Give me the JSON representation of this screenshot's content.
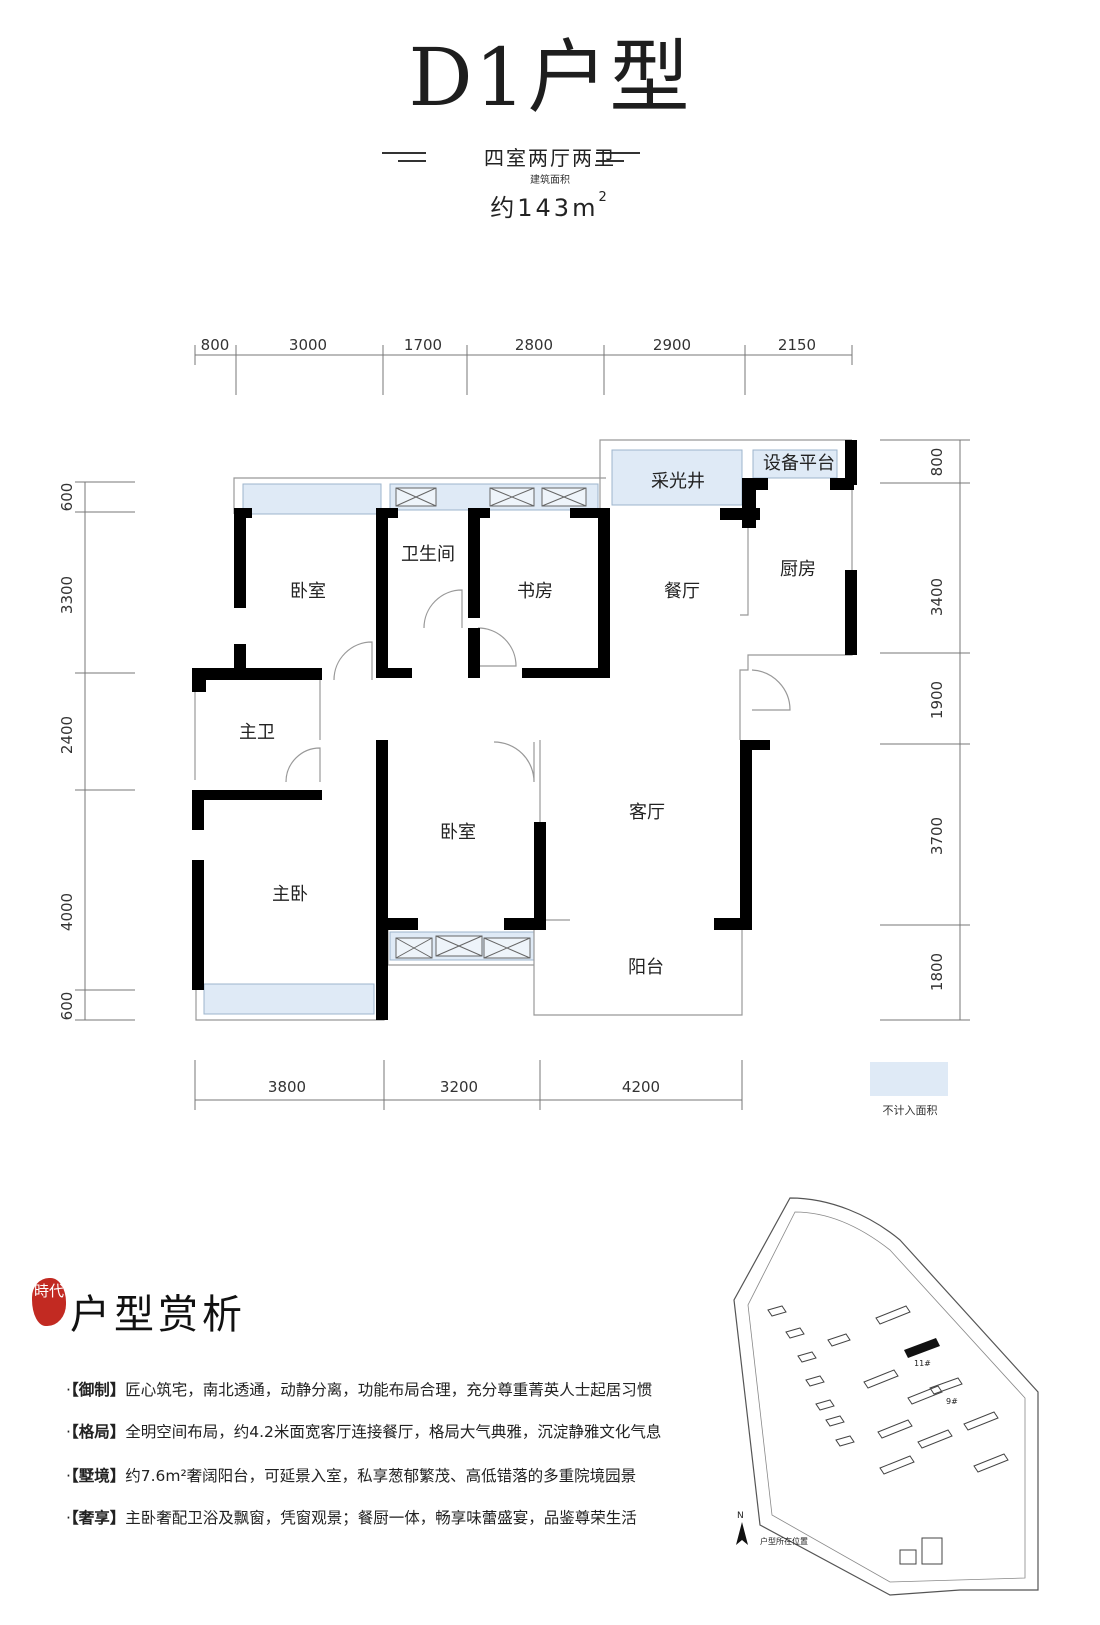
{
  "header": {
    "title": "D1户型",
    "subtitle": "四室两厅两卫",
    "area_label": "建筑面积",
    "area_prefix": "约",
    "area_value": "143m",
    "area_sup": "2"
  },
  "dimensions": {
    "top": [
      "800",
      "3000",
      "1700",
      "2800",
      "2900",
      "2150"
    ],
    "bottom": [
      "3800",
      "3200",
      "4200"
    ],
    "left": [
      "600",
      "3300",
      "2400",
      "4000",
      "600"
    ],
    "right": [
      "800",
      "3400",
      "1900",
      "3700",
      "1800"
    ]
  },
  "rooms": {
    "bedroom_nw": "卧室",
    "bathroom": "卫生间",
    "study": "书房",
    "dining": "餐厅",
    "light_well": "采光井",
    "equipment_platform": "设备平台",
    "kitchen": "厨房",
    "master_bath": "主卫",
    "bedroom_c": "卧室",
    "living": "客厅",
    "master_bedroom": "主卧",
    "balcony": "阳台"
  },
  "legend": {
    "note": "不计入面积",
    "color": "#dfeaf6"
  },
  "analysis": {
    "title": "户型赏析",
    "seal_text": "時代",
    "items": [
      {
        "tag": "【御制】",
        "text": "匠心筑宅，南北透通，动静分离，功能布局合理，充分尊重菁英人士起居习惯"
      },
      {
        "tag": "【格局】",
        "text": "全明空间布局，约4.2米面宽客厅连接餐厅，格局大气典雅，沉淀静雅文化气息"
      },
      {
        "tag": "【墅境】",
        "text": "约7.6m²奢阔阳台，可延景入室，私享葱郁繁茂、高低错落的多重院境园景"
      },
      {
        "tag": "【奢享】",
        "text": "主卧奢配卫浴及飘窗，凭窗观景；餐厨一体，畅享味蕾盛宴，品鉴尊荣生活"
      }
    ]
  },
  "site_map": {
    "north": "N",
    "location_label": "户型所在位置",
    "building_a": "11#",
    "building_b": "9#"
  },
  "colors": {
    "wall": "#000000",
    "seal": "#c22a22",
    "non_area": "#dfeaf6"
  }
}
